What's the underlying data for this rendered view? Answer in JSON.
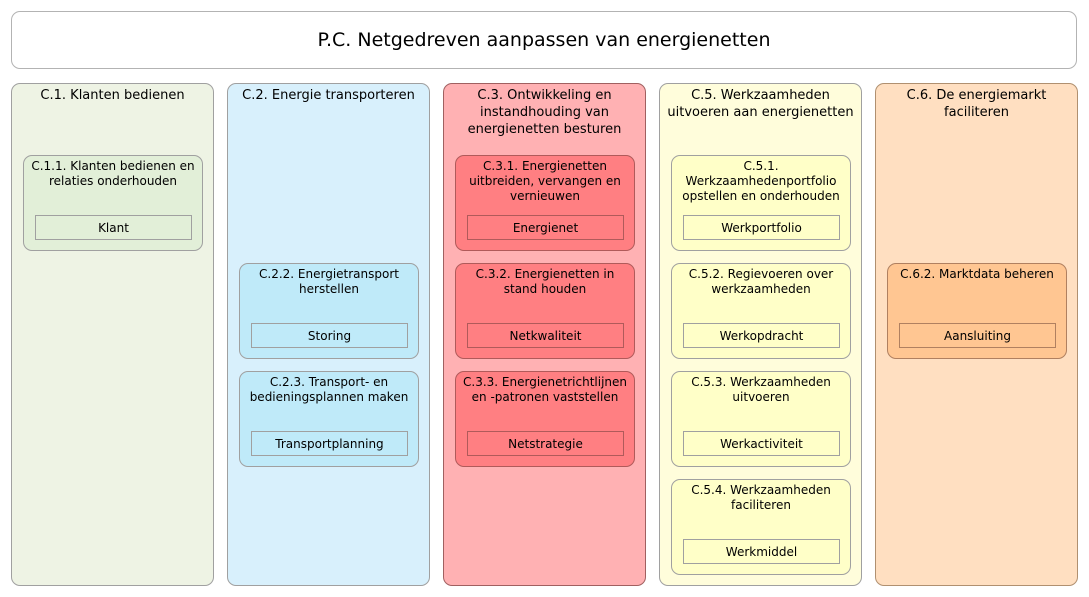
{
  "title": "P.C. Netgedreven aanpassen van energienetten",
  "colors": {
    "green": "#eef3e4",
    "blue": "#d8f0fc",
    "red": "#ffb1b3",
    "yellow": "#fffddb",
    "orange": "#ffdfc1"
  },
  "columns": [
    {
      "title": "C.1. Klanten bedienen",
      "capabilities": [
        {
          "title": "C.1.1. Klanten bedienen en relaties onderhouden",
          "entity": "Klant"
        }
      ]
    },
    {
      "title": "C.2. Energie transporteren",
      "capabilities": [
        {
          "title": "C.2.2. Energietransport herstellen",
          "entity": "Storing"
        },
        {
          "title": "C.2.3. Transport- en bedieningsplannen maken",
          "entity": "Transportplanning"
        }
      ]
    },
    {
      "title": "C.3. Ontwikkeling en instandhouding van energienetten besturen",
      "capabilities": [
        {
          "title": "C.3.1. Energienetten uitbreiden, vervangen en vernieuwen",
          "entity": "Energienet"
        },
        {
          "title": "C.3.2. Energienetten in stand houden",
          "entity": "Netkwaliteit"
        },
        {
          "title": "C.3.3. Energienetrichtlijnen en -patronen vaststellen",
          "entity": "Netstrategie"
        }
      ]
    },
    {
      "title": "C.5. Werkzaamheden uitvoeren aan energienetten",
      "capabilities": [
        {
          "title": "C.5.1. Werkzaamhedenportfolio opstellen en onderhouden",
          "entity": "Werkportfolio"
        },
        {
          "title": "C.5.2. Regievoeren over werkzaamheden",
          "entity": "Werkopdracht"
        },
        {
          "title": "C.5.3. Werkzaamheden uitvoeren",
          "entity": "Werkactiviteit"
        },
        {
          "title": "C.5.4. Werkzaamheden faciliteren",
          "entity": "Werkmiddel"
        }
      ]
    },
    {
      "title": "C.6. De energiemarkt faciliteren",
      "capabilities": [
        {
          "title": "C.6.2. Marktdata beheren",
          "entity": "Aansluiting"
        }
      ]
    }
  ]
}
